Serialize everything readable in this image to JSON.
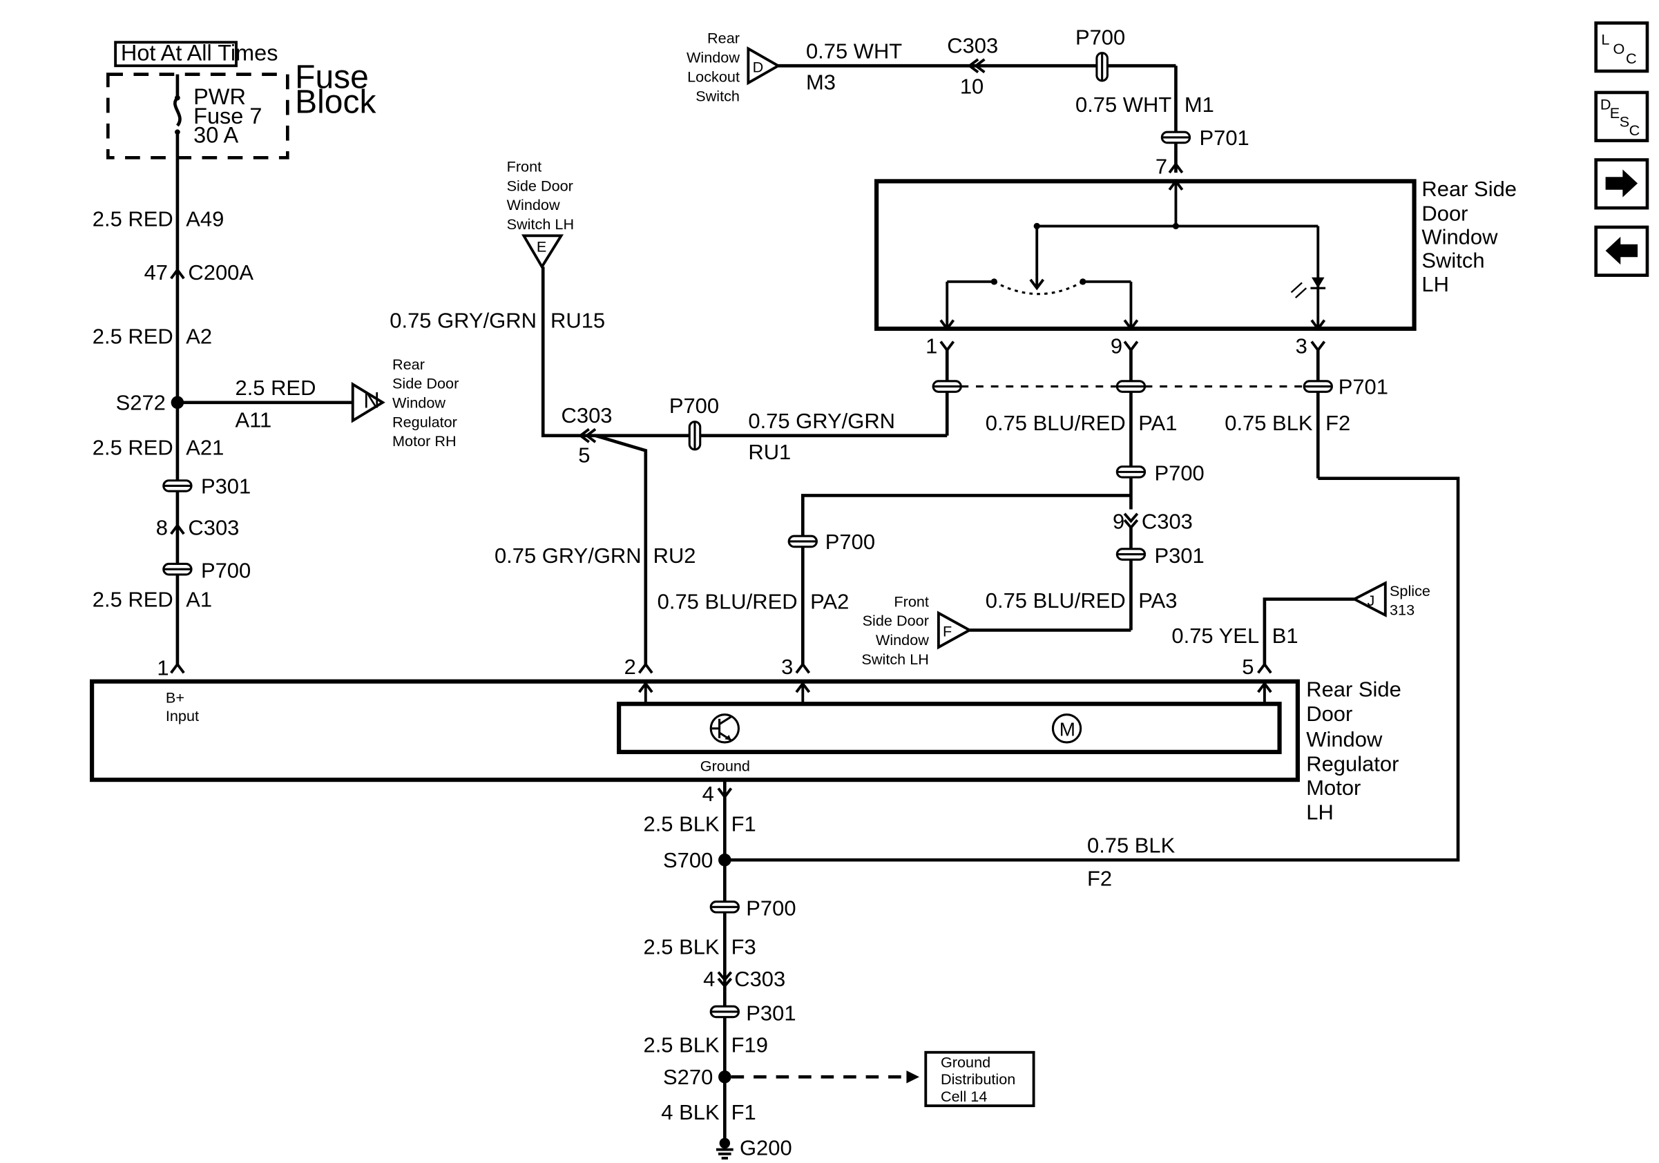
{
  "fuse_block": {
    "hot_label": "Hot At All Times",
    "fuse_name": "PWR",
    "fuse_number": "Fuse 7",
    "fuse_rating": "30 A",
    "title": "Fuse Block"
  },
  "rear_window_lockout": {
    "lines": [
      "Rear",
      "Window",
      "Lockout",
      "Switch"
    ],
    "marker": "D"
  },
  "front_switch_top": {
    "lines": [
      "Front",
      "Side Door",
      "Window",
      "Switch LH"
    ],
    "marker": "E"
  },
  "front_switch_lower": {
    "lines": [
      "Front",
      "Side Door",
      "Window",
      "Switch LH"
    ],
    "marker": "F"
  },
  "regulator_rh": {
    "lines": [
      "Rear",
      "Side Door",
      "Window",
      "Regulator",
      "Motor RH"
    ],
    "marker": "N"
  },
  "splice313": {
    "marker": "J",
    "lines": [
      "Splice",
      "313"
    ]
  },
  "rear_switch": {
    "lines": [
      "Rear Side",
      "Door",
      "Window",
      "Switch",
      "LH"
    ]
  },
  "regulator_lh": {
    "lines": [
      "Rear Side",
      "Door",
      "Window",
      "Regulator",
      "Motor",
      "LH"
    ]
  },
  "labels": {
    "w_a49": "2.5 RED",
    "c_a49": "A49",
    "c200a_pin": "47",
    "c200a": "C200A",
    "w_a2": "2.5 RED",
    "c_a2": "A2",
    "s272": "S272",
    "w_a11": "2.5 RED",
    "c_a11": "A11",
    "w_a21": "2.5 RED",
    "c_a21": "A21",
    "p301_a": "P301",
    "c303_a_pin": "8",
    "c303_a": "C303",
    "p700_a": "P700",
    "w_a1": "2.5 RED",
    "c_a1": "A1",
    "w_m3": "0.75 WHT",
    "c_m3": "M3",
    "c303_top": "C303",
    "c303_top_pin": "10",
    "p700_top": "P700",
    "w_m1": "0.75 WHT",
    "c_m1": "M1",
    "p701_top": "P701",
    "p701_top_pin": "7",
    "w_ru15": "0.75 GRY/GRN",
    "c_ru15": "RU15",
    "c303_mid": "C303",
    "c303_mid_pin": "5",
    "p700_mid": "P700",
    "w_ru1": "0.75 GRY/GRN",
    "c_ru1": "RU1",
    "pin1": "1",
    "pin9": "9",
    "pin3": "3",
    "p701_mid": "P701",
    "w_pa1": "0.75 BLU/RED",
    "c_pa1": "PA1",
    "w_f2a": "0.75 BLK",
    "c_f2a": "F2",
    "p700_pa": "P700",
    "c303_pa_pin": "9",
    "c303_pa": "C303",
    "p700_pa2": "P700",
    "p301_pa": "P301",
    "w_ru2": "0.75 GRY/GRN",
    "c_ru2": "RU2",
    "w_pa2": "0.75 BLU/RED",
    "c_pa2": "PA2",
    "w_pa3": "0.75 BLU/RED",
    "c_pa3": "PA3",
    "w_b1": "0.75 YEL",
    "c_b1": "B1",
    "m_pin1": "1",
    "m_pin2": "2",
    "m_pin3": "3",
    "m_pin5": "5",
    "b_plus": "B+",
    "input": "Input",
    "ground": "Ground",
    "m_pin4": "4",
    "w_f1": "2.5 BLK",
    "c_f1": "F1",
    "s700": "S700",
    "w_f2b": "0.75 BLK",
    "c_f2b": "F2",
    "p700_low": "P700",
    "w_f3": "2.5 BLK",
    "c_f3": "F3",
    "c303_low_pin": "4",
    "c303_low": "C303",
    "p301_low": "P301",
    "w_f19": "2.5 BLK",
    "c_f19": "F19",
    "s270": "S270",
    "w_f1b": "4 BLK",
    "c_f1b": "F1",
    "g200": "G200",
    "gnd_dist": [
      "Ground",
      "Distribution",
      "Cell 14"
    ]
  },
  "nav": {
    "loc": [
      "L",
      "O",
      "C"
    ],
    "desc": [
      "D",
      "E",
      "S",
      "C"
    ],
    "next": "→",
    "prev": "←"
  }
}
